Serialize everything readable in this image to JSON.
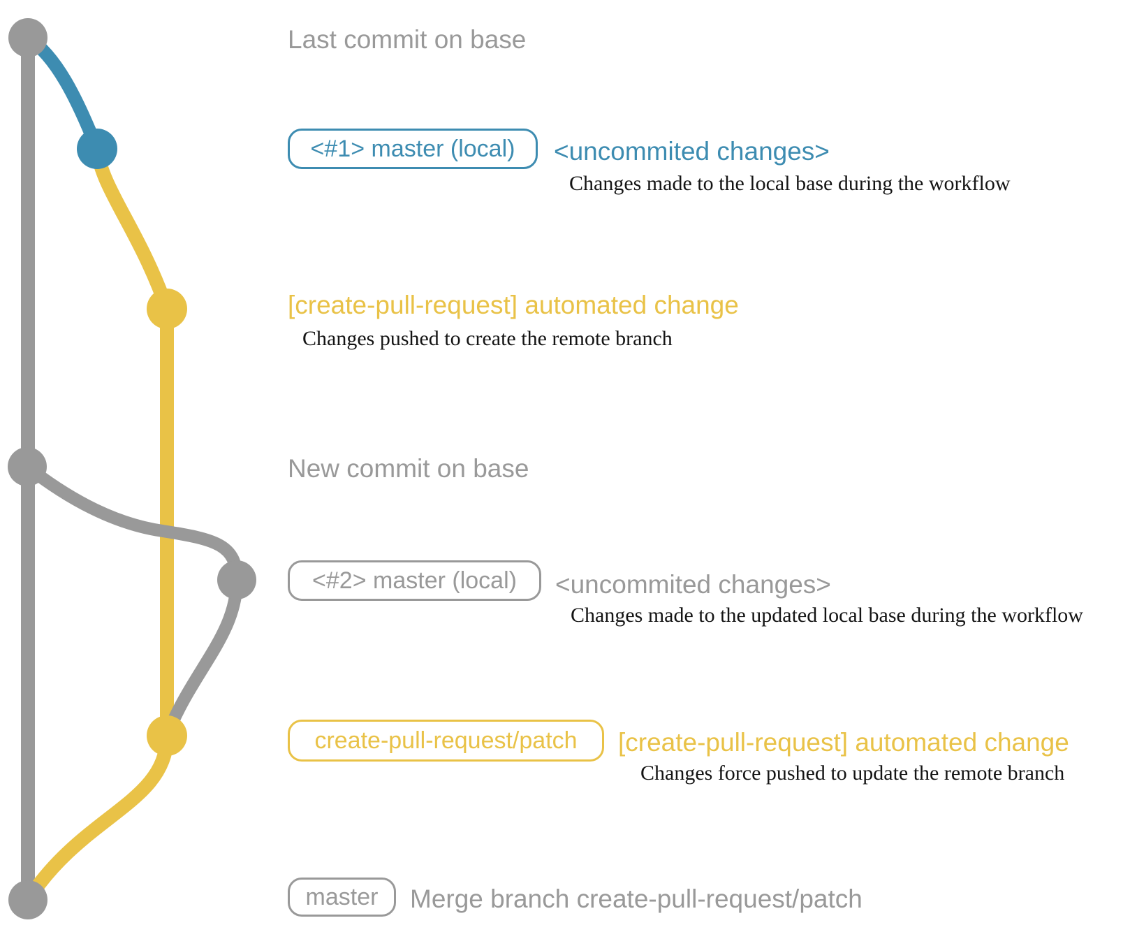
{
  "colors": {
    "gray": "#999999",
    "blue": "#3d8cb1",
    "yellow": "#e9c247",
    "ink": "#141414",
    "background": "#ffffff"
  },
  "annotations": {
    "last_commit": "Last commit on base",
    "new_commit": "New commit on base"
  },
  "rows": {
    "local1": {
      "badge": "<#1> master (local)",
      "note": "<uncommited changes>",
      "desc": "Changes made to the local base during the workflow"
    },
    "push1": {
      "label": "[create-pull-request] automated change",
      "desc": "Changes pushed to create the remote branch"
    },
    "local2": {
      "badge": "<#2> master (local)",
      "note": "<uncommited changes>",
      "desc": "Changes made to the updated local base during the workflow"
    },
    "push2": {
      "badge": "create-pull-request/patch",
      "label": "[create-pull-request] automated change",
      "desc": "Changes force pushed to update the remote branch"
    },
    "merge": {
      "badge": "master",
      "label": "Merge branch create-pull-request/patch"
    }
  }
}
